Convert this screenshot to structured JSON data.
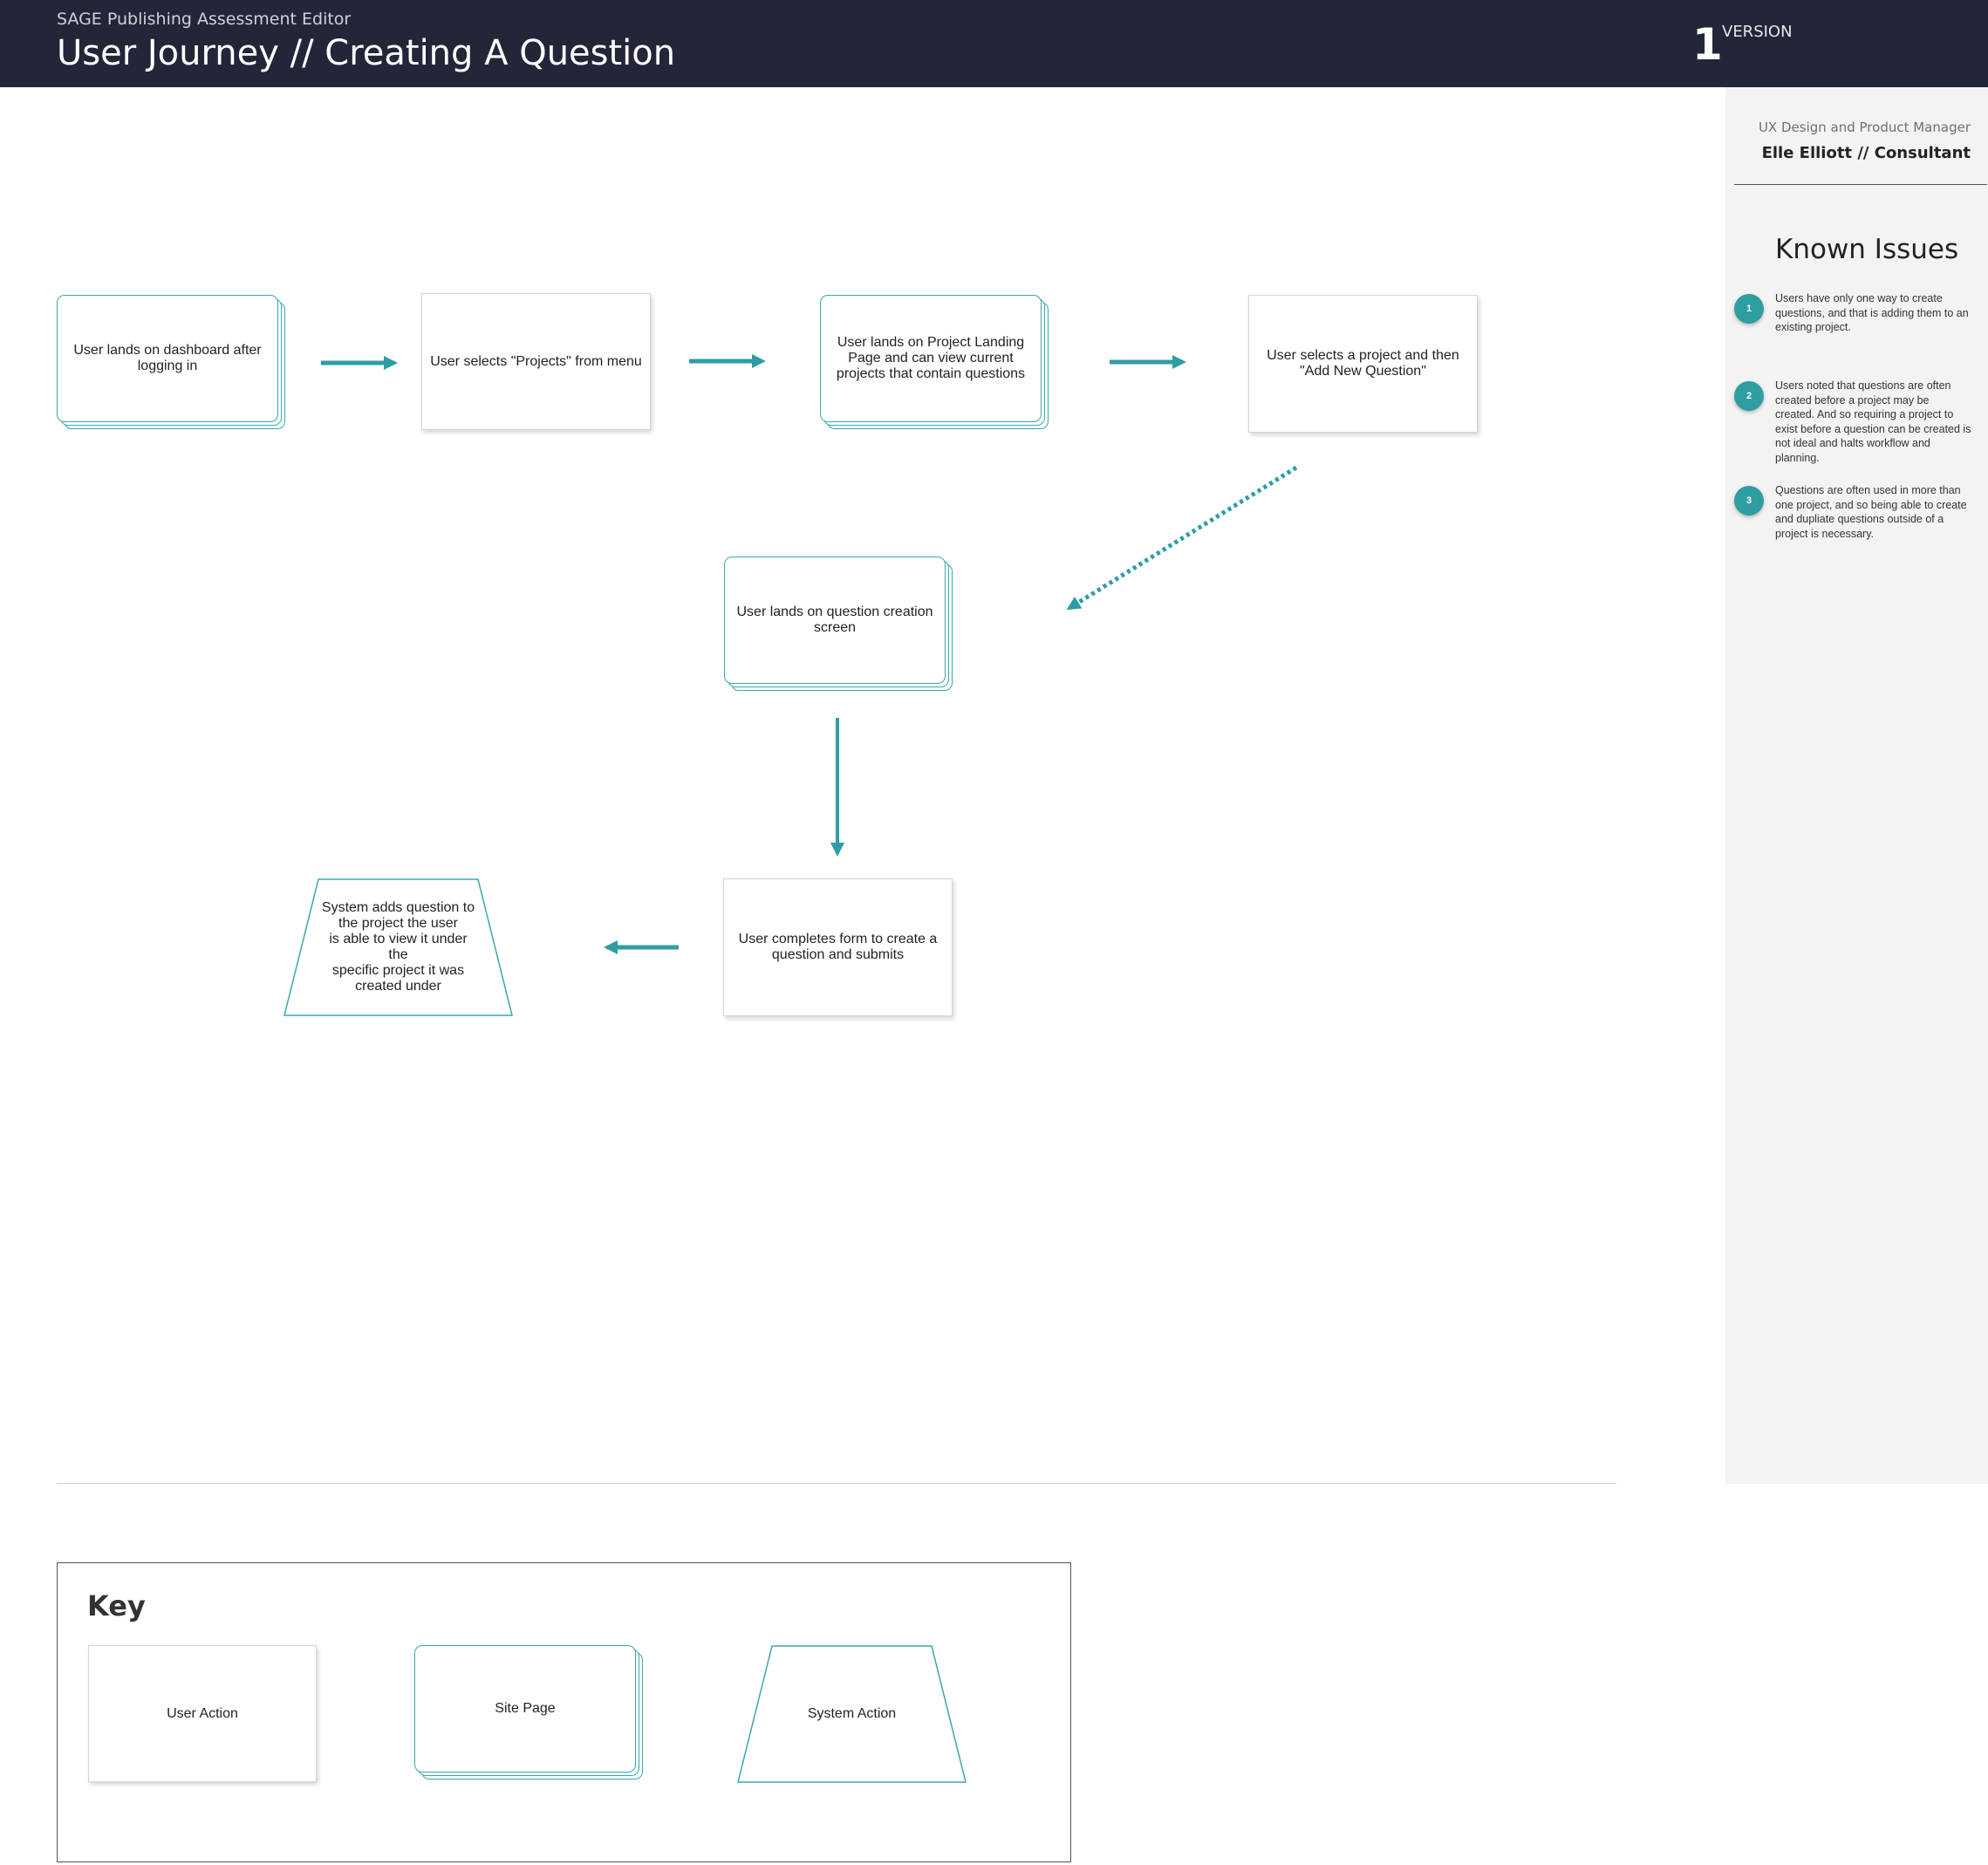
{
  "header": {
    "subtitle": "SAGE Publishing Assessment Editor",
    "title": "User Journey // Creating A Question",
    "version_number": "1",
    "version_label": "VERSION"
  },
  "sidebar": {
    "role": "UX Design and Product Manager",
    "person": "Elle Elliott // Consultant",
    "issues_title": "Known Issues",
    "issues": [
      {
        "number": "1",
        "text": "Users have only one way to create questions, and that is adding them to an existing project."
      },
      {
        "number": "2",
        "text": "Users noted that questions are often created before a project may be created. And so requiring a project to exist before a question can be created is not ideal and halts workflow and planning."
      },
      {
        "number": "3",
        "text": "Questions are often used in more than one project, and so being able to create and dupliate questions outside of a project is necessary."
      }
    ]
  },
  "flow": {
    "nodes": [
      {
        "id": "dashboard",
        "type": "site-page",
        "text": "User lands on dashboard after logging in"
      },
      {
        "id": "select-projects",
        "type": "user-action",
        "text": "User selects \"Projects\" from menu"
      },
      {
        "id": "project-landing",
        "type": "site-page",
        "text": "User lands on Project Landing Page and can view current projects that contain questions"
      },
      {
        "id": "add-question",
        "type": "user-action",
        "text": "User selects a project and then \"Add New Question\""
      },
      {
        "id": "question-creation",
        "type": "site-page",
        "text": "User lands on question creation screen"
      },
      {
        "id": "complete-form",
        "type": "user-action",
        "text": "User completes form to create a question and submits"
      },
      {
        "id": "system-adds",
        "type": "system-action",
        "text": "System adds question to\nthe project the user\nis able to view it under the\nspecific project it was\ncreated under"
      }
    ],
    "edges": [
      {
        "from": "dashboard",
        "to": "select-projects",
        "style": "solid"
      },
      {
        "from": "select-projects",
        "to": "project-landing",
        "style": "solid"
      },
      {
        "from": "project-landing",
        "to": "add-question",
        "style": "solid"
      },
      {
        "from": "add-question",
        "to": "question-creation",
        "style": "dotted"
      },
      {
        "from": "question-creation",
        "to": "complete-form",
        "style": "solid"
      },
      {
        "from": "complete-form",
        "to": "system-adds",
        "style": "solid"
      }
    ]
  },
  "key": {
    "title": "Key",
    "user_action": "User Action",
    "site_page": "Site Page",
    "system_action": "System Action"
  },
  "colors": {
    "header_bg": "#232638",
    "accent": "#2e9ea3",
    "sidebar_bg": "#f3f3f3"
  }
}
